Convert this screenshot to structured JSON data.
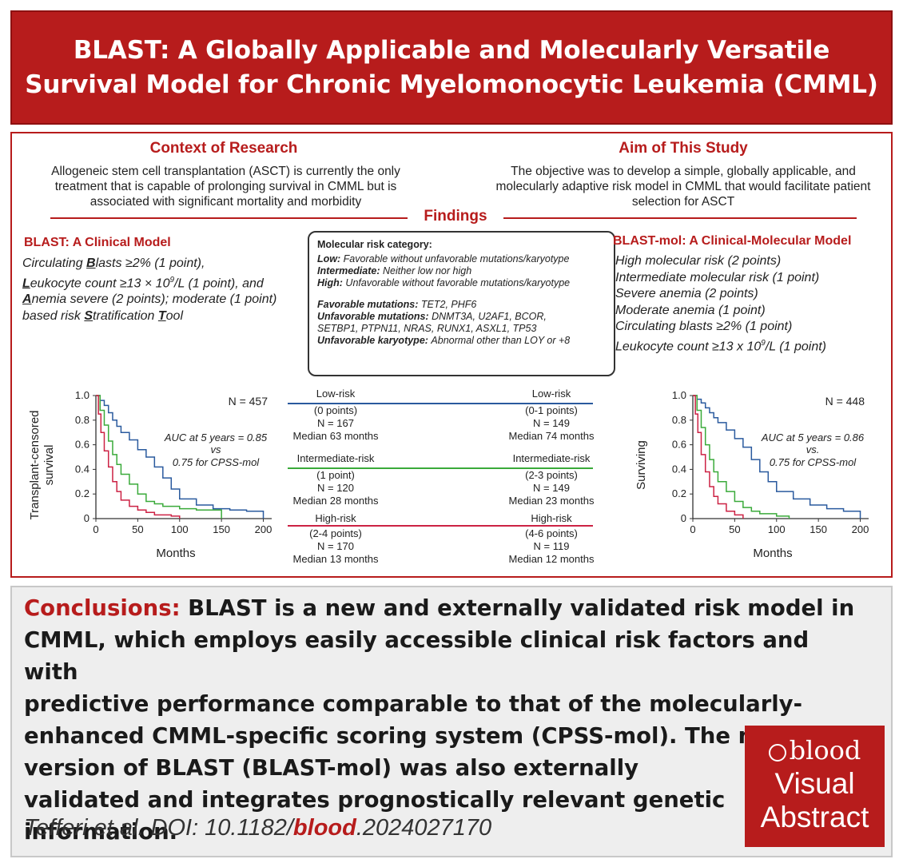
{
  "title": {
    "line1": "BLAST: A Globally Applicable and Molecularly Versatile",
    "line2": "Survival Model for Chronic Myelomonocytic Leukemia (CMML)"
  },
  "context": {
    "heading": "Context of Research",
    "body": "Allogeneic stem cell transplantation (ASCT) is currently the only treatment that is capable of prolonging survival in CMML but is associated with significant mortality and morbidity"
  },
  "aim": {
    "heading": "Aim of This Study",
    "body": "The objective was to develop a simple, globally applicable, and molecularly adaptive risk model in CMML that would facilitate patient selection for ASCT"
  },
  "findings_label": "Findings",
  "blast": {
    "heading": "BLAST: A Clinical Model",
    "l1a": "Circulating ",
    "l1b": "B",
    "l1c": "lasts ≥2% (1 point),",
    "l2a": "L",
    "l2b": "eukocyte count ≥13 × 10",
    "l2sup": "9",
    "l2c": "/L (1 point), and",
    "l3a": "A",
    "l3b": "nemia severe (2 points); moderate (1 point)",
    "l4a": "based risk ",
    "l4b": "S",
    "l4c": "tratification ",
    "l4d": "T",
    "l4e": "ool"
  },
  "molecular": {
    "heading": "Molecular risk category:",
    "low_label": "Low:",
    "low_text": "Favorable without unfavorable mutations/karyotype",
    "int_label": "Intermediate:",
    "int_text": "Neither low nor high",
    "high_label": "High:",
    "high_text": "Unfavorable without favorable mutations/karyotype",
    "fav_label": "Favorable mutations:",
    "fav_text": "TET2, PHF6",
    "unfav_label": "Unfavorable mutations:",
    "unfav_text1": "DNMT3A, U2AF1, BCOR,",
    "unfav_text2": "SETBP1, PTPN11, NRAS, RUNX1, ASXL1, TP53",
    "kary_label": "Unfavorable karyotype:",
    "kary_text": "Abnormal other than LOY or +8"
  },
  "blastmol": {
    "heading": "BLAST-mol: A Clinical-Molecular Model",
    "items": [
      "High molecular risk (2 points)",
      "Intermediate molecular risk (1 point)",
      "Severe anemia (2 points)",
      "Moderate anemia (1 point)",
      "Circulating blasts ≥2% (1 point)"
    ],
    "last_a": "Leukocyte count ≥13 x 10",
    "last_sup": "9",
    "last_b": "/L (1 point)"
  },
  "risk_groups": {
    "left": [
      {
        "name": "Low-risk",
        "points": "(0 points)",
        "n": "N = 167",
        "median": "Median 63 months"
      },
      {
        "name": "Intermediate-risk",
        "points": "(1 point)",
        "n": "N = 120",
        "median": "Median 28 months"
      },
      {
        "name": "High-risk",
        "points": "(2-4 points)",
        "n": "N = 170",
        "median": "Median 13 months"
      }
    ],
    "right": [
      {
        "name": "Low-risk",
        "points": "(0-1 points)",
        "n": "N = 149",
        "median": "Median 74 months"
      },
      {
        "name": "Intermediate-risk",
        "points": "(2-3 points)",
        "n": "N = 149",
        "median": "Median 23 months"
      },
      {
        "name": "High-risk",
        "points": "(4-6 points)",
        "n": "N = 119",
        "median": "Median 12 months"
      }
    ],
    "colors": {
      "low": "#2a5a9e",
      "intermediate": "#3aaa3a",
      "high": "#cc2244"
    }
  },
  "chart_data": [
    {
      "type": "line",
      "ylabel": "Transplant-censored survival",
      "xlabel": "Months",
      "xlim": [
        0,
        210
      ],
      "ylim": [
        0,
        1.0
      ],
      "xticks": [
        "0",
        "50",
        "100",
        "150",
        "200"
      ],
      "yticks": [
        "0",
        "0.2",
        "0.4",
        "0.6",
        "0.8",
        "1.0"
      ],
      "annotation_n": "N = 457",
      "auc_1": "AUC at 5 years = 0.85",
      "auc_2": "vs",
      "auc_3": "0.75 for CPSS-mol",
      "series": [
        {
          "color": "#2a5a9e",
          "x": [
            0,
            5,
            10,
            15,
            20,
            25,
            30,
            40,
            50,
            60,
            70,
            80,
            90,
            100,
            120,
            140,
            160,
            180,
            200
          ],
          "y": [
            1.0,
            0.96,
            0.92,
            0.86,
            0.8,
            0.75,
            0.7,
            0.64,
            0.56,
            0.5,
            0.42,
            0.33,
            0.24,
            0.16,
            0.11,
            0.08,
            0.07,
            0.06,
            0.0
          ]
        },
        {
          "color": "#3aaa3a",
          "x": [
            0,
            5,
            10,
            15,
            20,
            25,
            30,
            40,
            50,
            60,
            70,
            80,
            100,
            120,
            150
          ],
          "y": [
            1.0,
            0.88,
            0.76,
            0.63,
            0.52,
            0.44,
            0.36,
            0.28,
            0.2,
            0.14,
            0.12,
            0.1,
            0.08,
            0.07,
            0.0
          ]
        },
        {
          "color": "#cc2244",
          "x": [
            0,
            3,
            6,
            10,
            15,
            20,
            25,
            30,
            40,
            50,
            60,
            70,
            90,
            100
          ],
          "y": [
            1.0,
            0.85,
            0.7,
            0.55,
            0.42,
            0.3,
            0.22,
            0.15,
            0.1,
            0.07,
            0.05,
            0.03,
            0.02,
            0.0
          ]
        }
      ]
    },
    {
      "type": "line",
      "ylabel": "Surviving",
      "xlabel": "Months",
      "xlim": [
        0,
        210
      ],
      "ylim": [
        0,
        1.0
      ],
      "xticks": [
        "0",
        "50",
        "100",
        "150",
        "200"
      ],
      "yticks": [
        "0",
        "0.2",
        "0.4",
        "0.6",
        "0.8",
        "1.0"
      ],
      "annotation_n": "N = 448",
      "auc_1": "AUC at 5 years = 0.86",
      "auc_2": "vs.",
      "auc_3": "0.75 for CPSS-mol",
      "series": [
        {
          "color": "#2a5a9e",
          "x": [
            0,
            5,
            10,
            15,
            20,
            25,
            30,
            40,
            50,
            60,
            70,
            80,
            90,
            100,
            120,
            140,
            160,
            180,
            200
          ],
          "y": [
            1.0,
            0.97,
            0.94,
            0.9,
            0.86,
            0.82,
            0.78,
            0.72,
            0.65,
            0.58,
            0.48,
            0.38,
            0.3,
            0.22,
            0.16,
            0.11,
            0.08,
            0.06,
            0.0
          ]
        },
        {
          "color": "#3aaa3a",
          "x": [
            0,
            5,
            10,
            15,
            20,
            25,
            30,
            40,
            50,
            60,
            70,
            80,
            100,
            115
          ],
          "y": [
            1.0,
            0.88,
            0.74,
            0.6,
            0.48,
            0.38,
            0.3,
            0.22,
            0.14,
            0.09,
            0.06,
            0.04,
            0.02,
            0.0
          ]
        },
        {
          "color": "#cc2244",
          "x": [
            0,
            3,
            6,
            10,
            15,
            20,
            25,
            30,
            40,
            50,
            60
          ],
          "y": [
            1.0,
            0.85,
            0.7,
            0.52,
            0.38,
            0.26,
            0.18,
            0.12,
            0.06,
            0.03,
            0.0
          ]
        }
      ]
    }
  ],
  "conclusion": {
    "label": "Conclusions:",
    "l1": "BLAST is a new and externally validated risk model in",
    "l2": "CMML, which employs easily accessible clinical risk factors and with",
    "l3": "predictive performance comparable to that of the molecularly-",
    "l4": "enhanced CMML-specific scoring system (CPSS-mol). The molecular",
    "l5": "version of BLAST (BLAST-mol) was also externally",
    "l6": "validated and integrates prognostically relevant genetic",
    "l7": "information."
  },
  "citation": {
    "a": "Tefferi et al. DOI: 10.1182/",
    "b": "blood",
    "c": ".2024027170"
  },
  "logo": {
    "brand": "blood",
    "line2": "Visual",
    "line3": "Abstract"
  }
}
